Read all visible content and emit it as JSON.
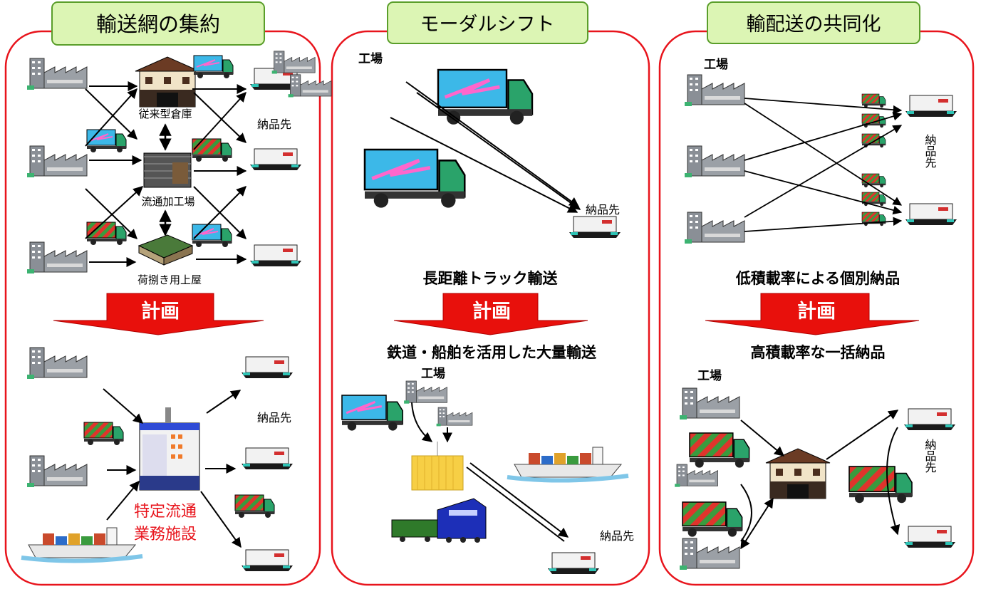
{
  "panels": [
    {
      "title": "輸送網の集約",
      "top": {
        "warehouse_label": "従来型倉庫",
        "processing_label": "流通加工場",
        "sorting_label": "荷捌き用上屋",
        "destination_label": "納品先"
      },
      "plan_label": "計画",
      "bottom": {
        "destination_label": "納品先",
        "facility_label_line1": "特定流通",
        "facility_label_line2": "業務施設"
      }
    },
    {
      "title": "モーダルシフト",
      "top": {
        "factory_label": "工場",
        "destination_label": "納品先",
        "caption": "長距離トラック輸送"
      },
      "plan_label": "計画",
      "bottom": {
        "caption": "鉄道・船舶を活用した大量輸送",
        "factory_label": "工場",
        "destination_label": "納品先"
      }
    },
    {
      "title": "輸配送の共同化",
      "top": {
        "factory_label": "工場",
        "destination_label": "納品先",
        "caption": "低積載率による個別納品"
      },
      "plan_label": "計画",
      "bottom": {
        "caption": "高積載率な一括納品",
        "factory_label": "工場",
        "destination_label": "納品先"
      }
    }
  ],
  "colors": {
    "panel_border": "#e8141c",
    "title_fill": "#dcf5b4",
    "title_border": "#5a9e2a",
    "plan_arrow": "#e8100c",
    "facility_label": "#e8141c",
    "truck_cab": "#2aa36a",
    "truck_blue": "#3cb8e8",
    "truck_stripe": "#ff66cc"
  }
}
